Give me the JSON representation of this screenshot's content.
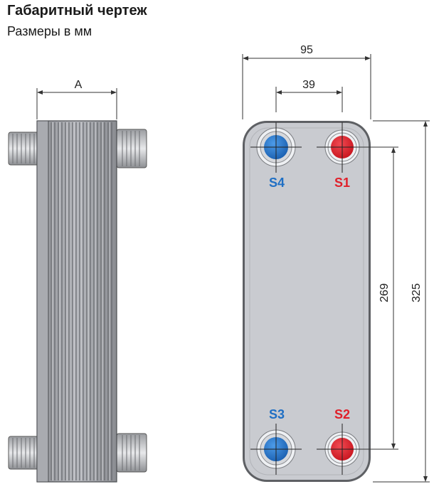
{
  "header": {
    "title": "Габаритный чертеж",
    "subtitle": "Размеры в мм"
  },
  "dimensions": {
    "side_width": "A",
    "total_width": "95",
    "port_spacing": "39",
    "port_height": "269",
    "total_height": "325"
  },
  "ports": {
    "s4": {
      "label": "S4",
      "color": "#1f6fc4"
    },
    "s1": {
      "label": "S1",
      "color": "#e0202a"
    },
    "s3": {
      "label": "S3",
      "color": "#1f6fc4"
    },
    "s2": {
      "label": "S2",
      "color": "#e0202a"
    }
  },
  "colors": {
    "plate": "#c9cbd0",
    "plate_outline": "#5a5c60",
    "blue": "#1f6fc4",
    "red": "#e0202a"
  }
}
